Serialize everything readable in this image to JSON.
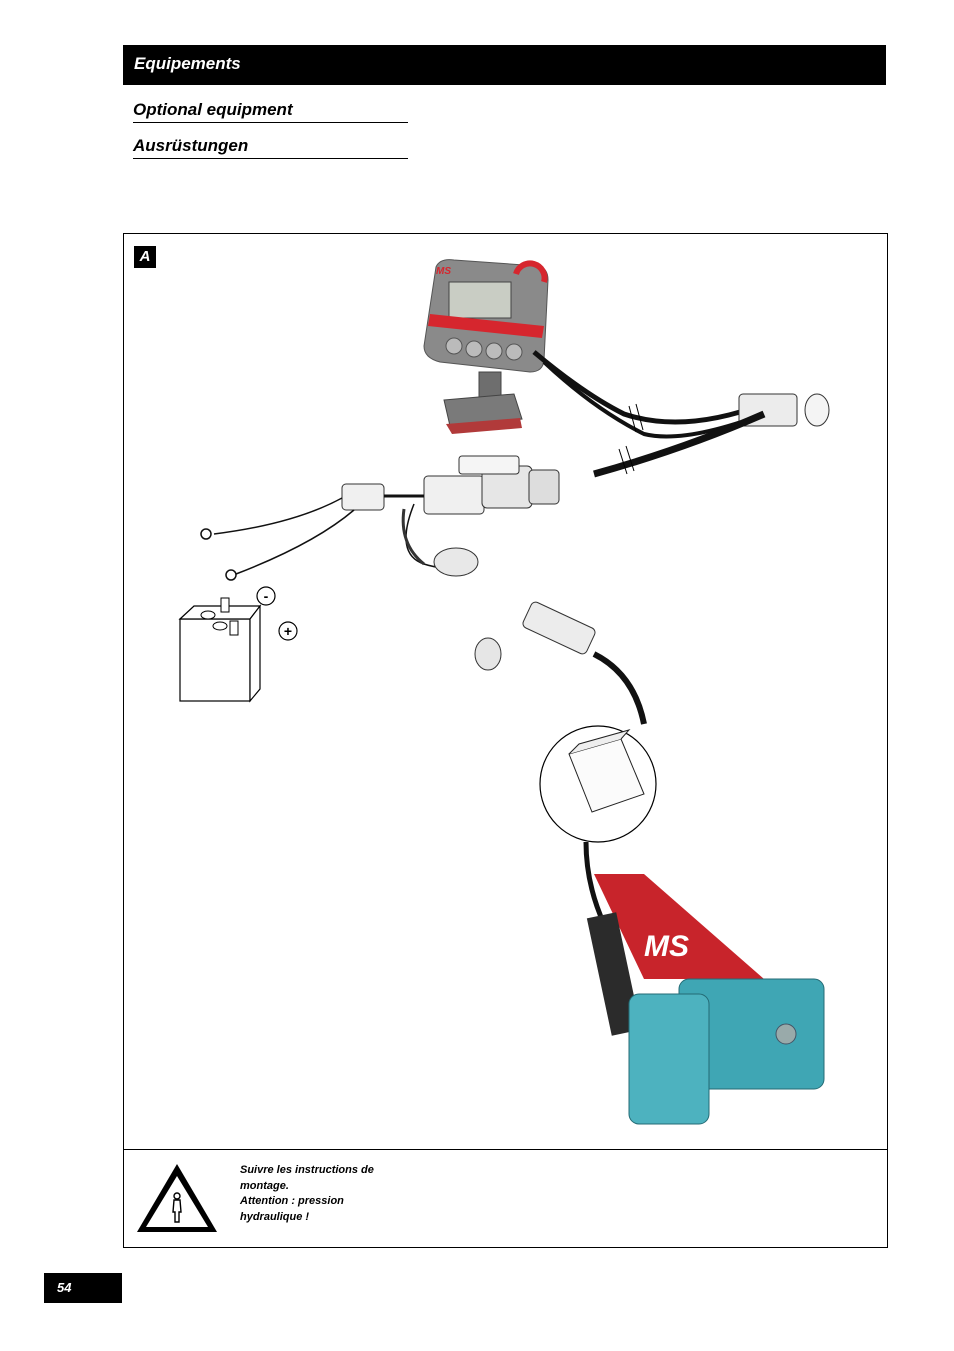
{
  "header": {
    "title": "Equipements"
  },
  "subheadings": {
    "en": "Optional equipment",
    "de": "Ausrüstungen"
  },
  "figure": {
    "label": "A",
    "display_brand": "MS",
    "device_brand": "MS",
    "battery_minus": "-",
    "battery_plus": "+",
    "icons": [
      "control-display-icon",
      "battery-icon",
      "connector-icon",
      "sensor-box-icon",
      "hydraulic-valve-icon",
      "warning-person-icon"
    ],
    "colors": {
      "valve_body": "#3fa6b4",
      "bracket": "#c8242b",
      "display_stripe": "#d6262e",
      "display_body": "#8a8a8a"
    }
  },
  "warning": {
    "line1": "Suivre les instructions de",
    "line2": "montage.",
    "line3": "Attention : pression",
    "line4": "hydraulique !"
  },
  "footer": {
    "page_number": "54"
  }
}
